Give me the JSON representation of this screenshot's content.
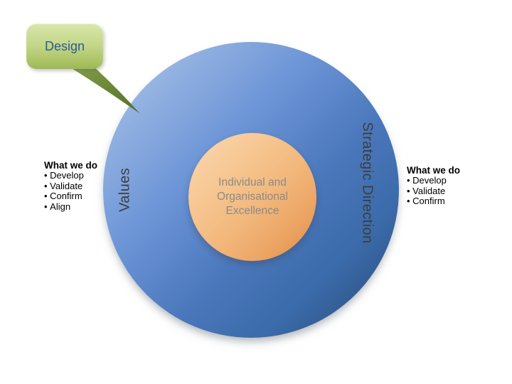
{
  "slide": {
    "background": "#ffffff"
  },
  "callout": {
    "label": "Design",
    "fill_top": "#dae7ac",
    "fill_bottom": "#9cb857",
    "tail_fill_dark": "#54742b",
    "text_color": "#2a5a90"
  },
  "outer_circle": {
    "left_label": "Values",
    "right_label": "Strategic Direction",
    "fill_light": "#aec8ee",
    "fill_dark": "#294b77",
    "label_color": "#3d3d3d"
  },
  "inner_circle": {
    "lines": [
      "Individual and",
      "Organisational",
      "Excellence"
    ],
    "fill_light": "#fad8b2",
    "fill_dark": "#db8c41",
    "text_color": "#8a8a8a"
  },
  "left_panel": {
    "title": "What we do",
    "items": [
      "Develop",
      "Validate",
      "Confirm",
      "Align"
    ]
  },
  "right_panel": {
    "title": "What we do",
    "items": [
      "Develop",
      "Validate",
      "Confirm"
    ]
  }
}
